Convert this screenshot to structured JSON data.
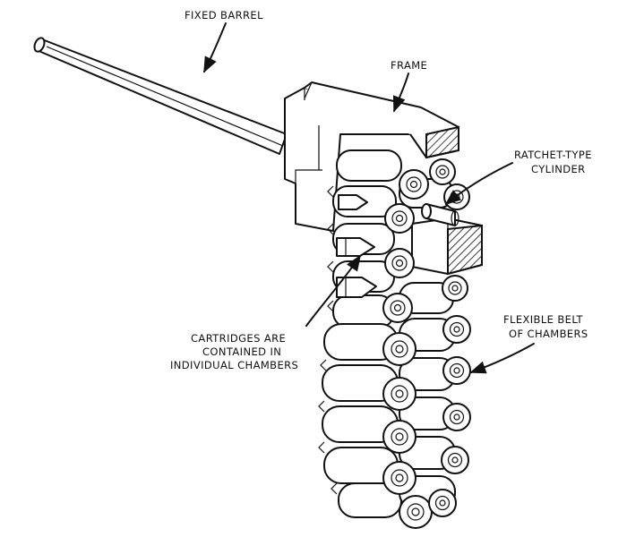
{
  "labels": {
    "fixed_barrel": "FIXED BARREL",
    "frame": "FRAME",
    "ratchet_line1": "RATCHET-TYPE",
    "ratchet_line2": "CYLINDER",
    "cartridges_line1": "CARTRIDGES ARE",
    "cartridges_line2": "CONTAINED IN",
    "cartridges_line3": "INDIVIDUAL CHAMBERS",
    "belt_line1": "FLEXIBLE BELT",
    "belt_line2": "OF CHAMBERS"
  },
  "colors": {
    "ink": "#111111",
    "paper": "#ffffff"
  }
}
